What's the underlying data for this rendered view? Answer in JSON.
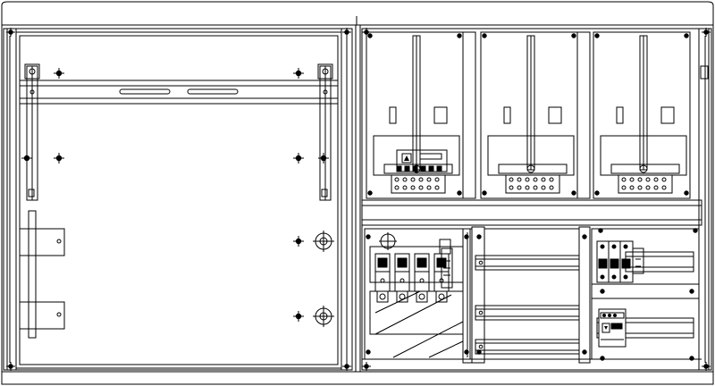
{
  "diagram": {
    "kind": "electrical-cabinet-line-drawing",
    "stroke_color": "#000000",
    "background_color": "#ffffff",
    "sections": [
      {
        "id": "left-compartment",
        "components": [
          "din-rail",
          "mounting-brackets",
          "hinge-plates",
          "grommets"
        ]
      },
      {
        "id": "meter-bays",
        "count": 3,
        "components": [
          "meter-board",
          "terminal-block",
          "vertical-bus"
        ]
      },
      {
        "id": "fuse-panel",
        "components": [
          "fuse-switch-disconnectors",
          "ground-bar"
        ]
      },
      {
        "id": "center-rail-panel",
        "components": [
          "din-rails"
        ]
      },
      {
        "id": "breaker-panel",
        "components": [
          "three-pole-breaker",
          "control-module"
        ]
      }
    ]
  }
}
